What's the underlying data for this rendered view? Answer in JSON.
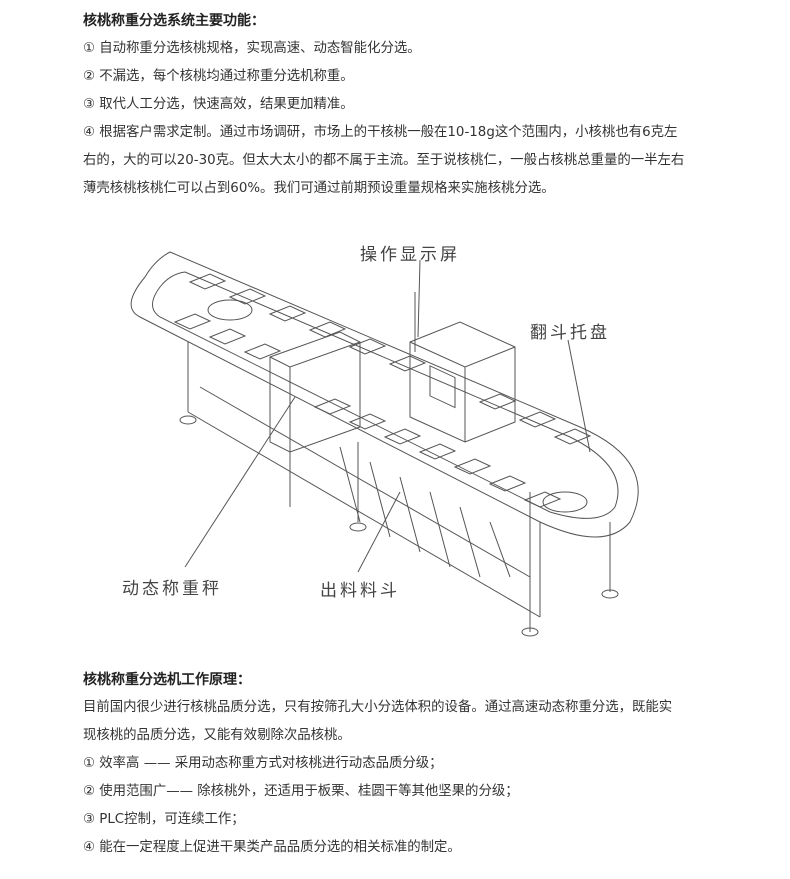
{
  "section1": {
    "heading": "核桃称重分选系统主要功能：",
    "lines": [
      "① 自动称重分选核桃规格，实现高速、动态智能化分选。",
      "② 不漏选，每个核桃均通过称重分选机称重。",
      "③ 取代人工分选，快速高效，结果更加精准。",
      "④ 根据客户需求定制。通过市场调研，市场上的干核桃一般在10-18g这个范围内，小核桃也有6克左",
      "右的，大的可以20-30克。但太大太小的都不属于主流。至于说核桃仁，一般占核桃总重量的一半左右",
      "薄壳核桃核桃仁可以占到60%。我们可通过前期预设重量规格来实施核桃分选。"
    ]
  },
  "figure": {
    "labels": {
      "display_screen": "操作显示屏",
      "flip_tray": "翻斗托盘",
      "dynamic_scale": "动态称重秤",
      "discharge_hopper": "出料料斗"
    }
  },
  "section2": {
    "heading": "核桃称重分选机工作原理：",
    "lines": [
      "目前国内很少进行核桃品质分选，只有按筛孔大小分选体积的设备。通过高速动态称重分选，既能实",
      "现核桃的品质分选，又能有效剔除次品核桃。",
      "① 效率高 —— 采用动态称重方式对核桃进行动态品质分级；",
      "② 使用范围广—— 除核桃外，还适用于板栗、桂圆干等其他坚果的分级；",
      "③ PLC控制，可连续工作；",
      "④ 能在一定程度上促进干果类产品品质分选的相关标准的制定。"
    ]
  }
}
